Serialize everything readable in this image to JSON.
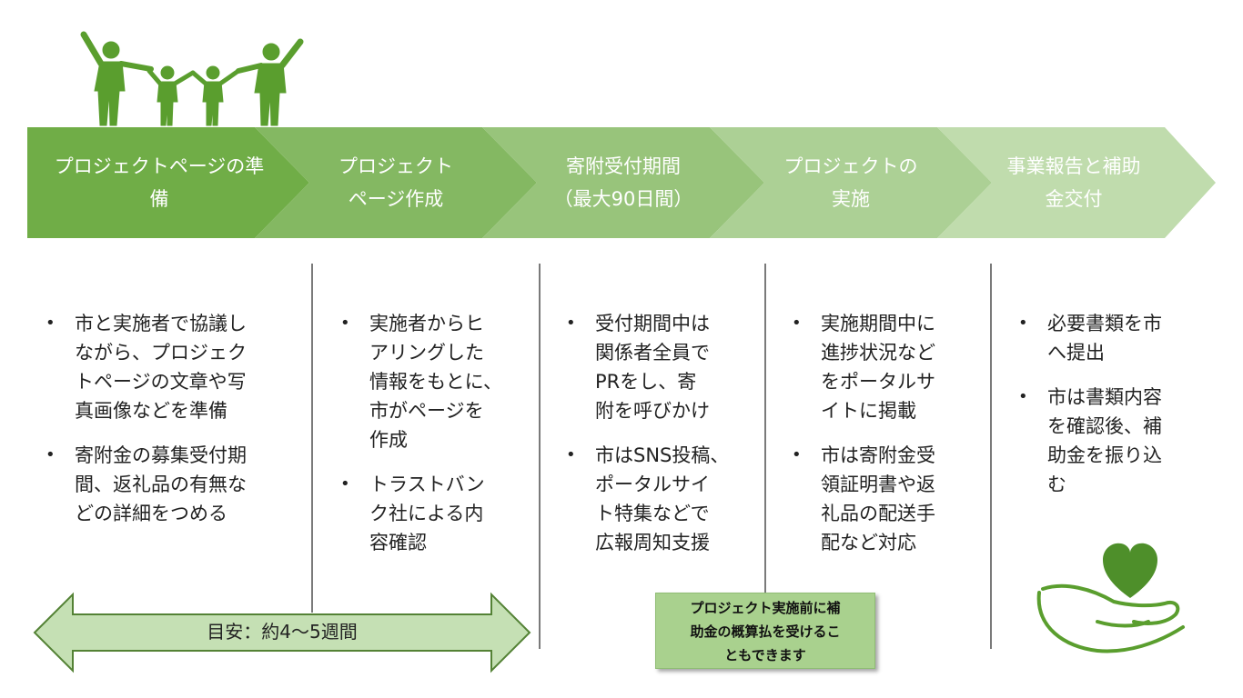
{
  "colors": {
    "step_fills": [
      "#70ad47",
      "#84b862",
      "#98c47b",
      "#acd095",
      "#c0dcad"
    ],
    "divider": "#7a7a7a",
    "arrow_fill": "#c5e0b4",
    "arrow_stroke": "#548235",
    "note_bg": "#a9d18e",
    "illustration": "#5a9e2e"
  },
  "steps": [
    {
      "title": "プロジェクトページの準\n備"
    },
    {
      "title": "プロジェクト\nページ作成"
    },
    {
      "title": "寄附受付期間\n（最大90日間）"
    },
    {
      "title": "プロジェクトの\n実施"
    },
    {
      "title": "事業報告と補助\n金交付"
    }
  ],
  "columns": [
    {
      "items": [
        "市と実施者で協議し\nながら、プロジェク\nトページの文章や写\n真画像などを準備",
        "寄附金の募集受付期\n間、返礼品の有無な\nどの詳細をつめる"
      ]
    },
    {
      "items": [
        "実施者からヒ\nアリングした\n情報をもとに、\n市がページを\n作成",
        "トラストバン\nク社による内\n容確認"
      ]
    },
    {
      "items": [
        "受付期間中は\n関係者全員で\nPRをし、寄\n附を呼びかけ",
        "市はSNS投稿、\nポータルサイ\nト特集などで\n広報周知支援"
      ]
    },
    {
      "items": [
        "実施期間中に\n進捗状況など\nをポータルサ\nイトに掲載",
        "市は寄附金受\n領証明書や返\n礼品の配送手\n配など対応"
      ]
    },
    {
      "items": [
        "必要書類を市\nへ提出",
        "市は書類内容\nを確認後、補\n助金を振り込\nむ"
      ]
    }
  ],
  "duration_arrow": {
    "label": "目安：約4～5週間"
  },
  "note": {
    "text": "プロジェクト実施前に補\n助金の概算払を受けるこ\nともできます"
  },
  "icons": {
    "top_left": "family-silhouette-icon",
    "bottom_right": "heart-in-hand-icon"
  }
}
